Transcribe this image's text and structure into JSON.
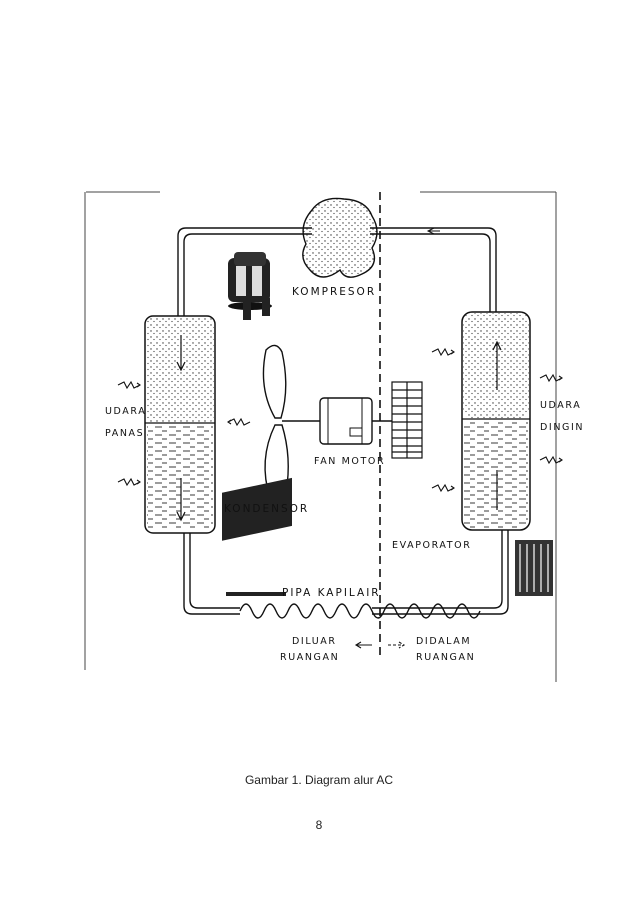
{
  "diagram": {
    "labels": {
      "kompresor": "KOMPRESOR",
      "udara_panas_1": "UDARA",
      "udara_panas_2": "PANAS",
      "udara_dingin_1": "UDARA",
      "udara_dingin_2": "DINGIN",
      "fan_motor": "FAN MOTOR",
      "kondensor": "KONDENSOR",
      "evaporator": "EVAPORATOR",
      "pipa_kapilair": "PIPA KAPILAIR",
      "diluar_1": "DILUAR",
      "diluar_2": "RUANGAN",
      "didalam_1": "DIDALAM",
      "didalam_2": "RUANGAN"
    }
  },
  "caption": "Gambar 1. Diagram alur AC",
  "page_number": "8"
}
